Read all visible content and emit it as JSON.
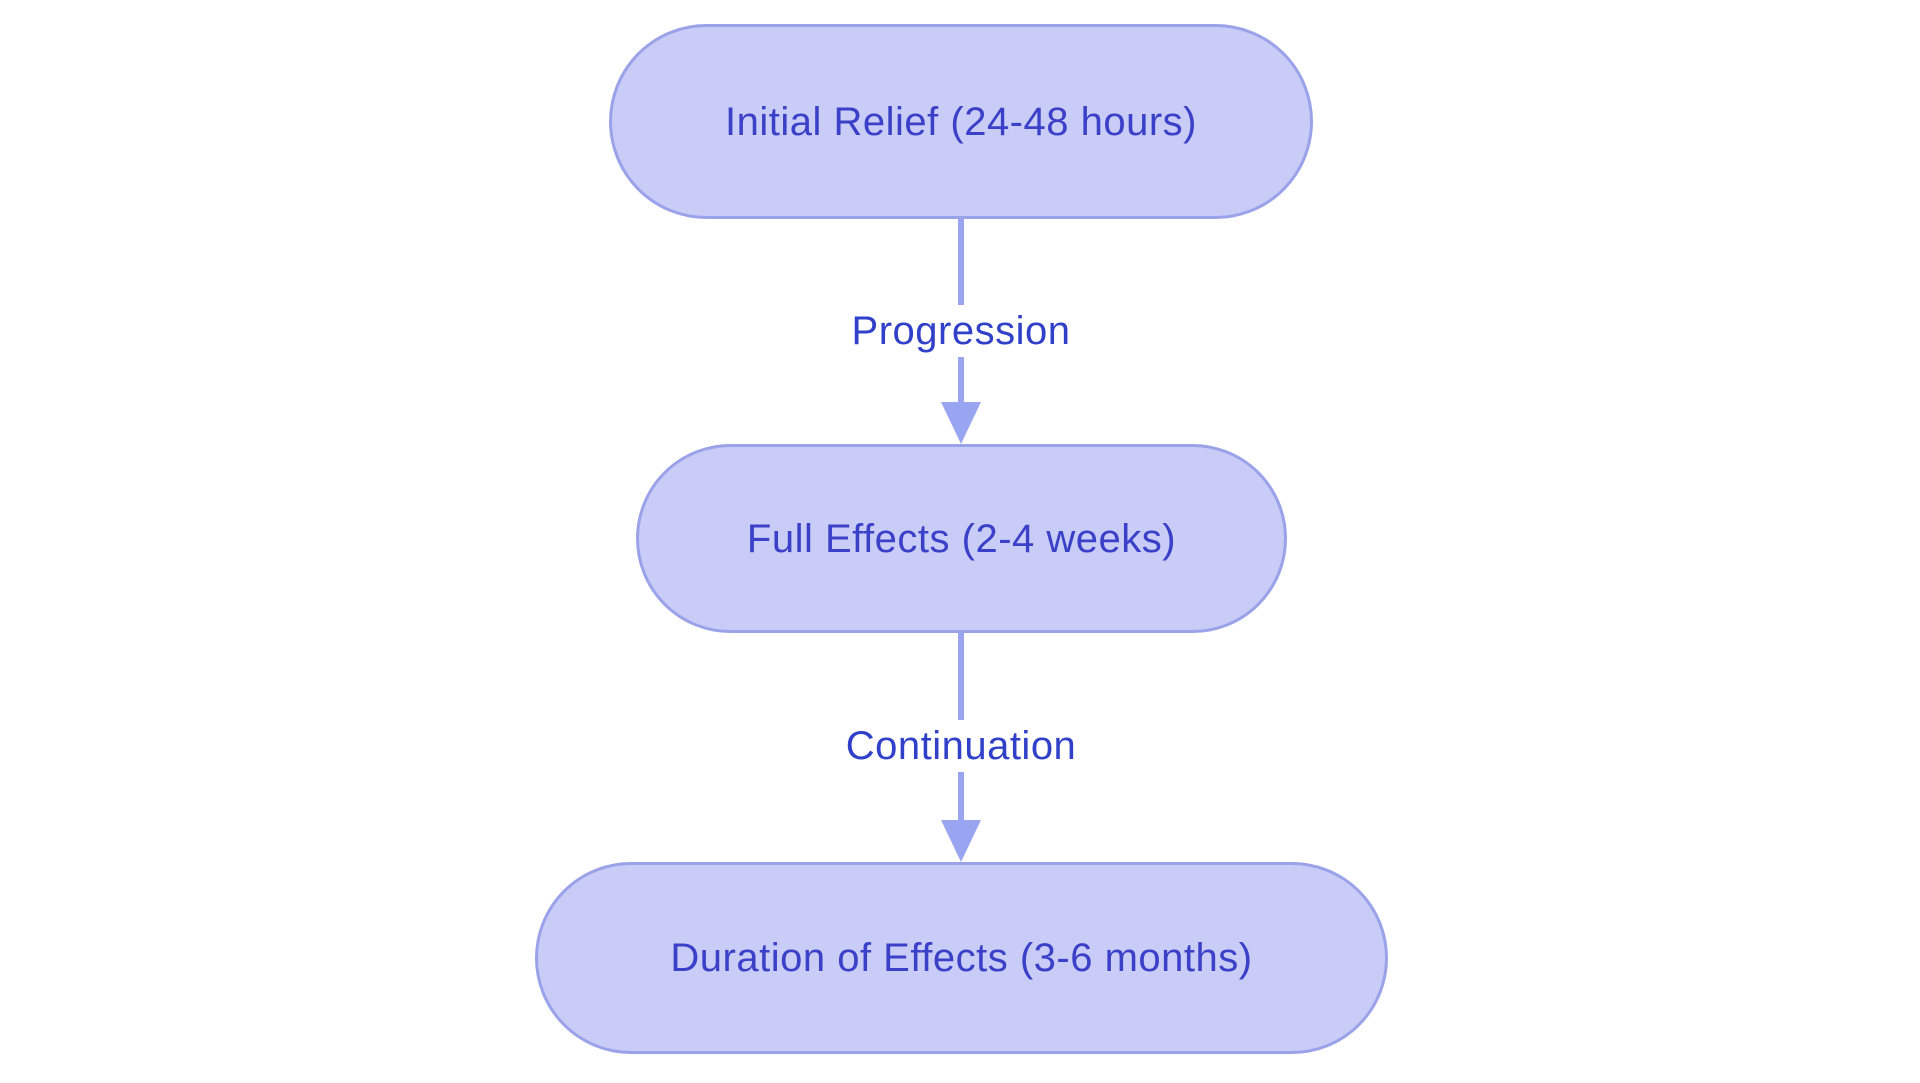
{
  "diagram": {
    "type": "flowchart",
    "direction": "top-down",
    "nodes": [
      {
        "id": "initial-relief",
        "label": "Initial Relief (24-48 hours)"
      },
      {
        "id": "full-effects",
        "label": "Full Effects (2-4 weeks)"
      },
      {
        "id": "duration-of-effects",
        "label": "Duration of Effects (3-6 months)"
      }
    ],
    "edges": [
      {
        "from": "initial-relief",
        "to": "full-effects",
        "label": "Progression"
      },
      {
        "from": "full-effects",
        "to": "duration-of-effects",
        "label": "Continuation"
      }
    ],
    "theme": {
      "background": "#ffffff",
      "node_fill": "#c9ccf6",
      "node_border": "#9aa2ea",
      "node_text": "#3a40c8",
      "edge_color": "#9aa5f1",
      "edge_label_text": "#3140c9"
    }
  }
}
